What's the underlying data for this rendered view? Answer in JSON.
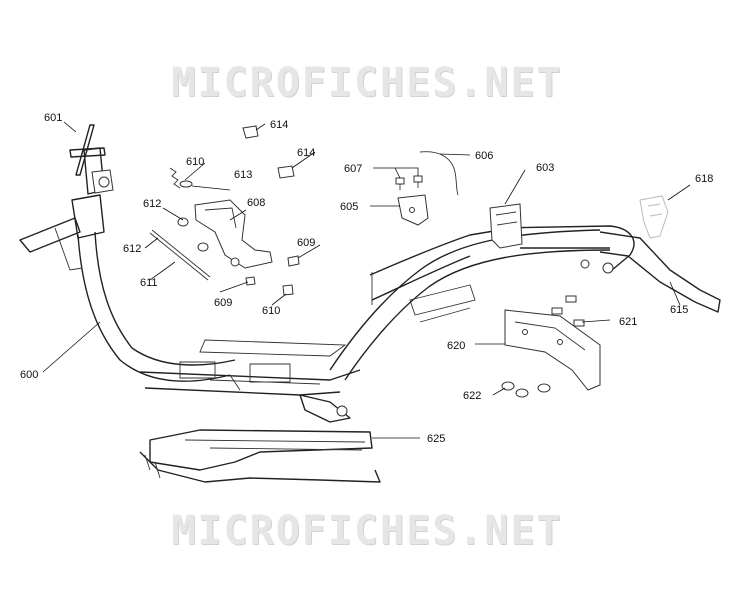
{
  "watermark_top": "MICROFICHES.NET",
  "watermark_bottom": "MICROFICHES.NET",
  "callouts": {
    "p600": "600",
    "p601": "601",
    "p603": "603",
    "p605": "605",
    "p606": "606",
    "p607": "607",
    "p608": "608",
    "p609a": "609",
    "p609b": "609",
    "p610a": "610",
    "p610b": "610",
    "p611": "611",
    "p612a": "612",
    "p612b": "612",
    "p613": "613",
    "p614a": "614",
    "p614b": "614",
    "p615": "615",
    "p618": "618",
    "p620": "620",
    "p621": "621",
    "p622": "622",
    "p625": "625"
  }
}
